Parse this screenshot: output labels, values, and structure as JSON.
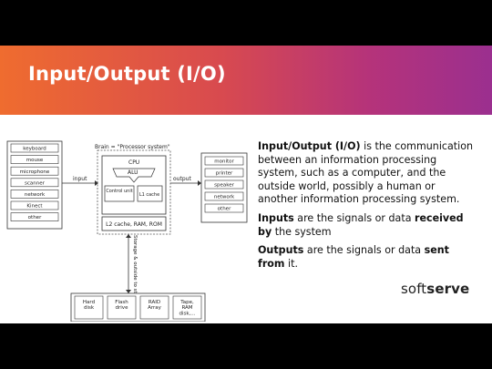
{
  "title": "Input/Output (I/O)",
  "diagram": {
    "brain_label": "Brain = \"Processor system\"",
    "cpu_label": "CPU",
    "alu_label": "ALU",
    "control_unit_label": "Control unit",
    "l1_label": "L1 cache",
    "memory_label": "L2 cache, RAM, ROM",
    "input_label": "input",
    "output_label": "output",
    "storage_label": "Storage & outside to storage",
    "inputs": [
      "keyboard",
      "mouse",
      "microphone",
      "scanner",
      "network",
      "Kinect",
      "other"
    ],
    "outputs": [
      "monitor",
      "printer",
      "speaker",
      "network",
      "other"
    ],
    "storage": [
      "Hard disk",
      "Flash drive",
      "RAID Array",
      "Tape, RAM disk,..."
    ]
  },
  "paragraphs": [
    {
      "bold": "Input/Output (I/O)",
      "rest": " is the communication between an information processing system, such as a computer, and the outside world, possibly a human or another information processing system."
    },
    {
      "bold": "Inputs",
      "mid": " are the signals or data ",
      "bold2": "received by",
      "rest": " the system"
    },
    {
      "bold": "Outputs",
      "mid": " are the signals or data ",
      "bold2": "sent from",
      "rest": " it."
    }
  ],
  "logo": {
    "part1": "soft",
    "part2": "serve"
  }
}
